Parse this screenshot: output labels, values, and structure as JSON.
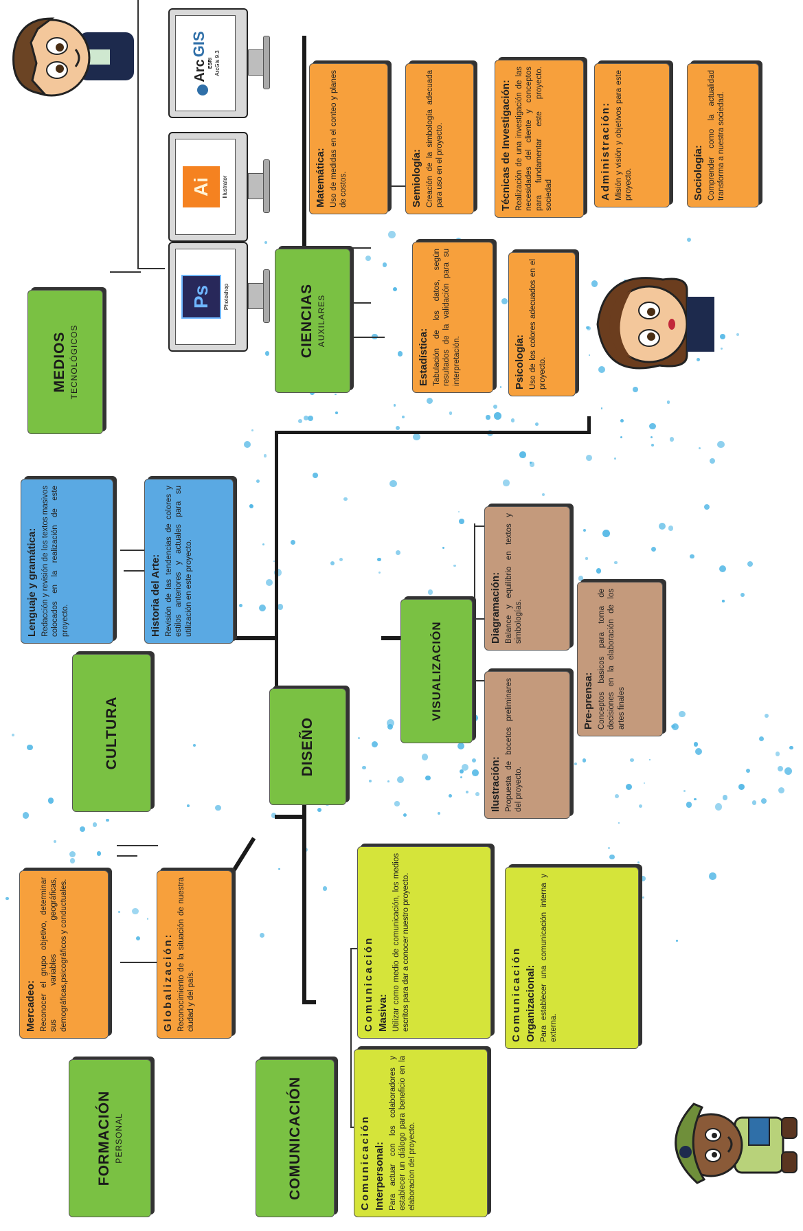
{
  "nodes": {
    "diseno": {
      "title": "DISEÑO"
    },
    "medios": {
      "title": "MEDIOS",
      "subtitle": "TECNOLÓGICOS"
    },
    "cultura": {
      "title": "CULTURA"
    },
    "formacion": {
      "title": "FORMACIÓN",
      "subtitle": "PERSONAL"
    },
    "comunicacion": {
      "title": "COMUNICACIÓN"
    },
    "ciencias": {
      "title": "CIENCIAS",
      "subtitle": "AUXILARES"
    },
    "visualizacion": {
      "title": "VISUALIZACIÓN"
    }
  },
  "software": {
    "photoshop": {
      "logo": "Ps",
      "label": "Photoshop"
    },
    "illustrator": {
      "logo": "Ai",
      "label": "Illustrator"
    },
    "arcgis": {
      "logo_a": "Arc",
      "logo_b": "GIS",
      "esri": "ESRI",
      "label": "ArcGis 9.3"
    }
  },
  "cultura_items": [
    {
      "title": "Lenguaje y gramática:",
      "text": "Redacción y revisión de los textos masivos colocados en la realización de este proyecto."
    },
    {
      "title": "Historia del Arte:",
      "text": "Revisión de las tendencias de colores y estilos anteriores y actuales para su utilización en este proyecto."
    }
  ],
  "formacion_items": [
    {
      "title": "Mercadeo:",
      "text": "Reconocer el grupo objetivo, determinar sus variables geográficas, demográficas,psicográficos y conductuales."
    },
    {
      "title": "Globalización:",
      "text": "Reconocimiento de la situación de nuestra ciudad y del país."
    }
  ],
  "comunicacion_items": [
    {
      "title_a": "Comunicación",
      "title_b": "Interpersonal:",
      "text": "Para actuar con los colaboradores y establecer un diálogo para beneficio en la elaboracion del proyecto."
    },
    {
      "title_a": "Comunicación",
      "title_b": "Masiva:",
      "text": "Utilizar como medio de comunicación, los medios escritos para dar a conocer nuestro proyecto."
    },
    {
      "title_a": "Comunicación",
      "title_b": "Organizacional:",
      "text": "Para establecer una comunicación interna y externa."
    }
  ],
  "visualizacion_items": [
    {
      "title": "Diagramación:",
      "text": "Balance y equilibrio en textos y simbologías."
    },
    {
      "title": "Ilustración:",
      "text": "Propuesta de bocetos preliminares del proyecto."
    },
    {
      "title": "Pre-prensa:",
      "text": "Conceptos basicos para toma de decisiones en la elaboración de los artes finales"
    }
  ],
  "ciencias_items": [
    {
      "title": "Matemática:",
      "text": "Uso de medidas en el conteo y planes de costos."
    },
    {
      "title": "Semiología:",
      "text": "Creación de la simbología adecuada para uso en el proyecto."
    },
    {
      "title": "Técnicas de Investigación:",
      "text": "Realización de una investigación de las necesidades del cliente y conceptos para fundamentar este proyecto. sociedad"
    },
    {
      "title": "Administración:",
      "text": "Misión y visión y objetivos para este proyecto."
    },
    {
      "title": "Sociología:",
      "text": "Comprender como la actualidad transforma a nuestra sociedad."
    },
    {
      "title": "Estadística:",
      "text": "Tabulación de los datos, según resultados de la validación para su interpretación."
    },
    {
      "title": "Psicología:",
      "text": "Uso de los colores adecuados en el proyecto."
    }
  ],
  "colors": {
    "hub": "#7ac143",
    "orange": "#f7a03c",
    "blue": "#5aa9e3",
    "tan": "#c49a7c",
    "lime": "#d5e43a",
    "splatter": "#4fb6e5"
  }
}
